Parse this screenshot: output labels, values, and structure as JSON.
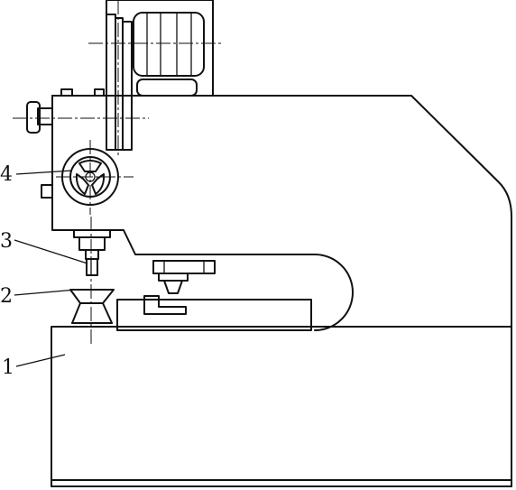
{
  "labels": [
    {
      "id": "1",
      "text": "1"
    },
    {
      "id": "2",
      "text": "2"
    },
    {
      "id": "3",
      "text": "3"
    },
    {
      "id": "4",
      "text": "4"
    }
  ],
  "colors": {
    "line": "#111111",
    "background": "#ffffff"
  }
}
